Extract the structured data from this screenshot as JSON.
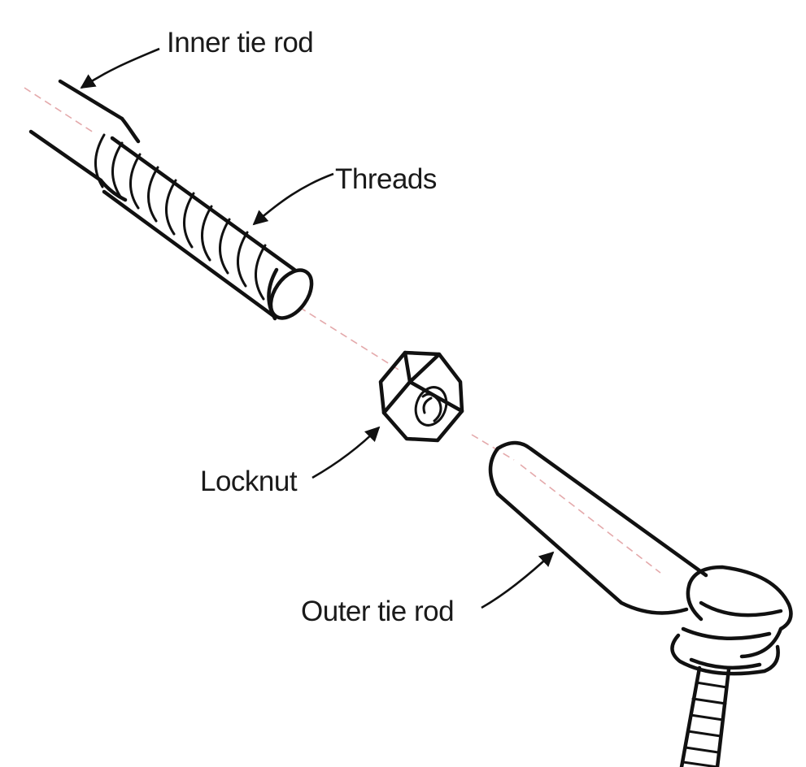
{
  "labels": {
    "inner_tie_rod": "Inner tie rod",
    "threads": "Threads",
    "locknut": "Locknut",
    "outer_tie_rod": "Outer tie rod"
  },
  "colors": {
    "ink": "#111111",
    "centerline": "#e4a9ab",
    "background": "#ffffff"
  }
}
